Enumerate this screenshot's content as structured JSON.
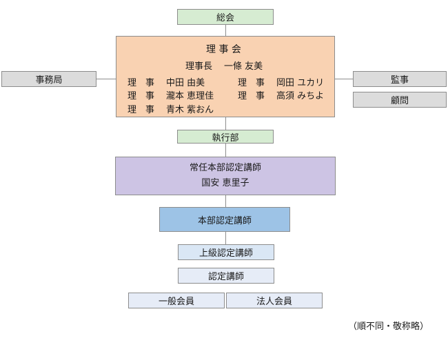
{
  "sokai": "総会",
  "jimukyoku": "事務局",
  "kanji": "監事",
  "komon": "顧問",
  "rijikai": {
    "title": "理 事 会",
    "chair_role": "理事長",
    "chair_name": "一條 友美",
    "members": [
      {
        "role": "理　事",
        "name": "中田 由美"
      },
      {
        "role": "理　事",
        "name": "瀧本 恵理佳"
      },
      {
        "role": "理　事",
        "name": "青木 紫おん"
      },
      {
        "role": "理　事",
        "name": "岡田 ユカリ"
      },
      {
        "role": "理　事",
        "name": "高須 みちよ"
      }
    ]
  },
  "shikkobu": "執行部",
  "jonin": {
    "title": "常任本部認定講師",
    "name": "国安 恵里子"
  },
  "honbu": "本部認定講師",
  "jokyu": "上級認定講師",
  "nintei": "認定講師",
  "ippan": "一般会員",
  "hojin": "法人会員",
  "note": "（順不同・敬称略）"
}
